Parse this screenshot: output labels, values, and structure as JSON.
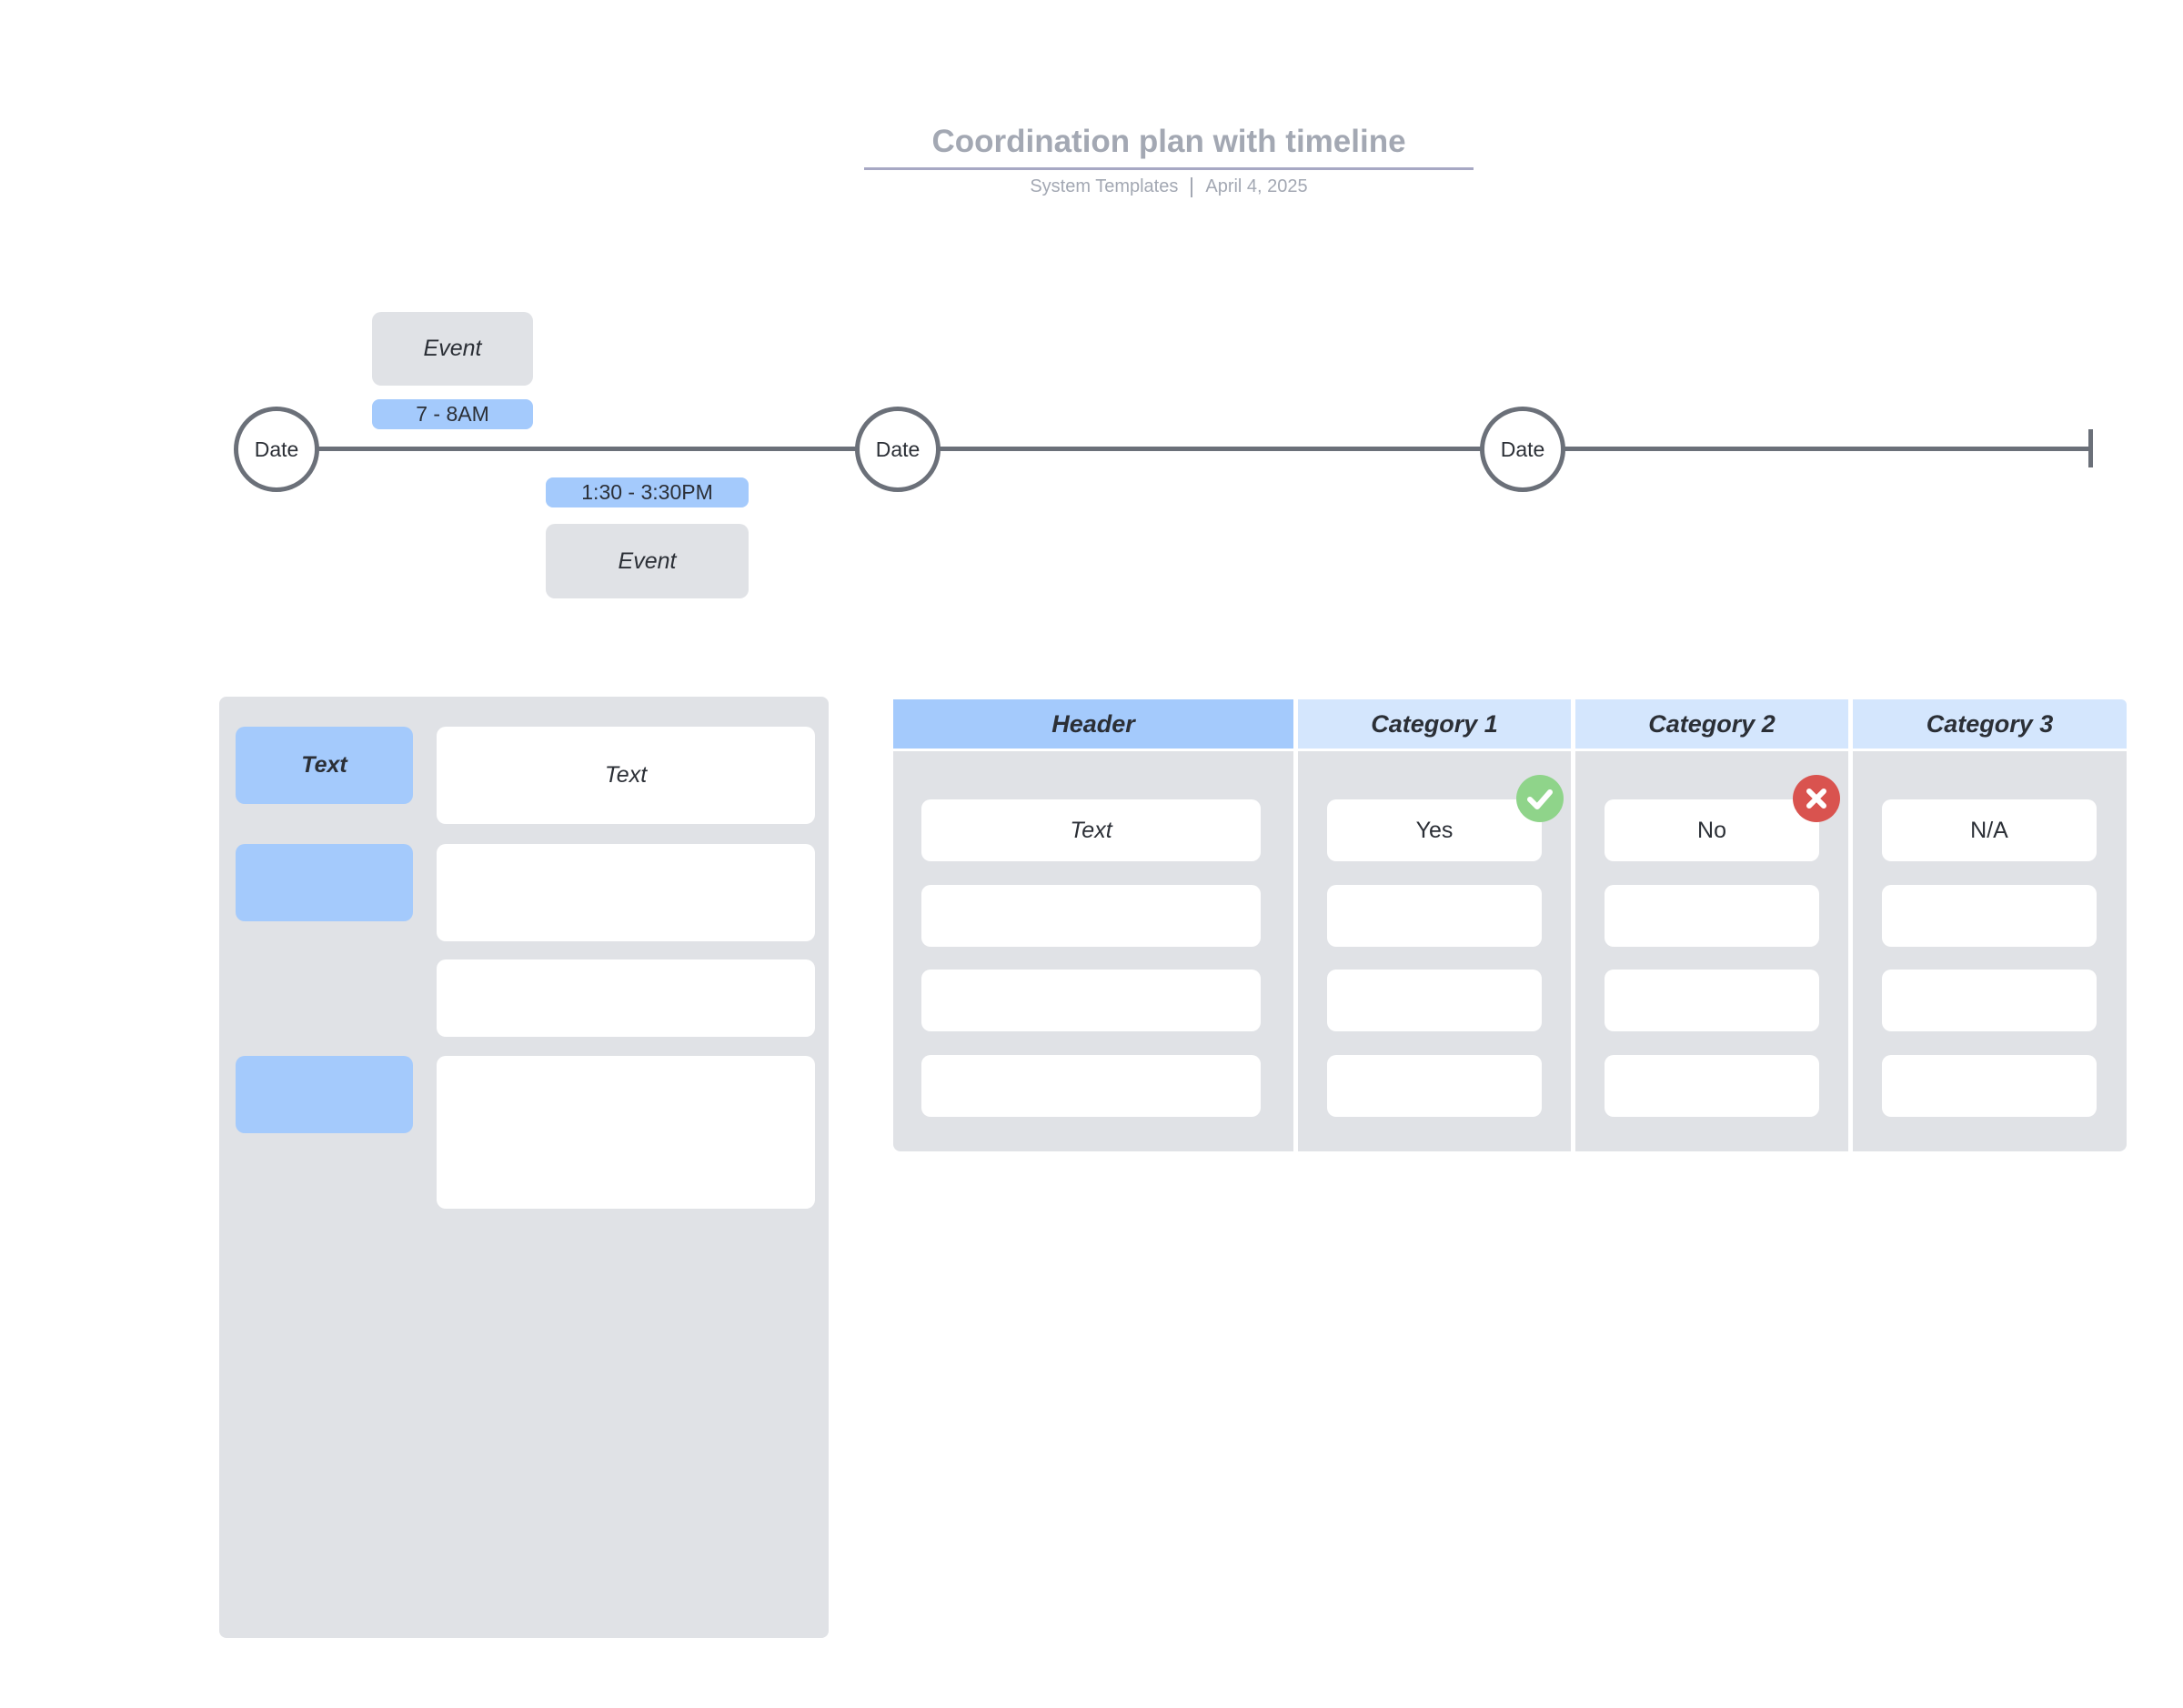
{
  "header": {
    "title": "Coordination plan with timeline",
    "source": "System Templates",
    "date": "April 4, 2025"
  },
  "timeline": {
    "nodes": [
      "Date",
      "Date",
      "Date"
    ],
    "events": [
      {
        "label": "Event",
        "time": "7 - 8AM"
      },
      {
        "label": "Event",
        "time": "1:30 - 3:30PM"
      }
    ]
  },
  "left_panel": {
    "labels": [
      "Text",
      "",
      ""
    ],
    "boxes": [
      "Text",
      "",
      "",
      ""
    ]
  },
  "table": {
    "headers": [
      "Header",
      "Category 1",
      "Category 2",
      "Category 3"
    ],
    "first_row": [
      "Text",
      "Yes",
      "No",
      "N/A"
    ],
    "status_icons": {
      "category_1": "check-icon",
      "category_2": "x-icon"
    },
    "colors": {
      "check": "#8fd48a",
      "cross": "#d9534f",
      "accent": "#a4cafc",
      "light_accent": "#d4e6fd",
      "panel": "#e0e2e6"
    }
  }
}
